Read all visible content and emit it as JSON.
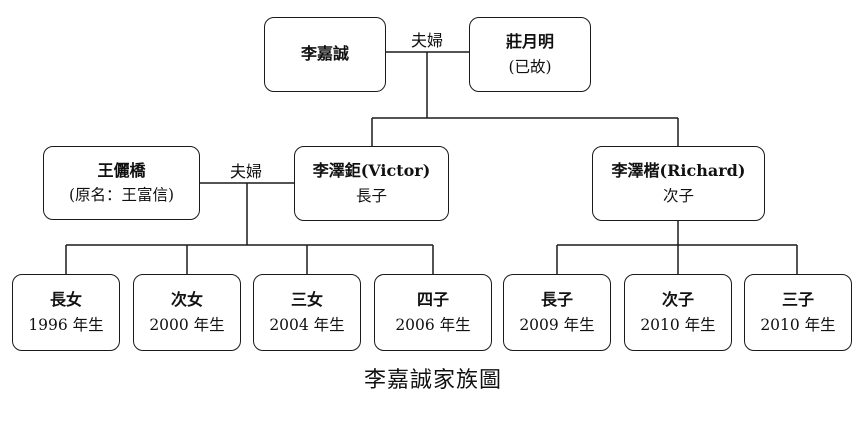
{
  "nodes": {
    "patriarch": {
      "name": "李嘉誠"
    },
    "spouse": {
      "name": "莊月明",
      "note": "(已故)"
    },
    "son1": {
      "name": "李澤鉅(Victor)",
      "note": "長子"
    },
    "son1_wife": {
      "name": "王儷橋",
      "note": "(原名：王富信)"
    },
    "son2": {
      "name": "李澤楷(Richard)",
      "note": "次子"
    },
    "g1": {
      "name": "長女",
      "note": "1996 年生"
    },
    "g2": {
      "name": "次女",
      "note": "2000 年生"
    },
    "g3": {
      "name": "三女",
      "note": "2004 年生"
    },
    "g4": {
      "name": "四子",
      "note": "2006 年生"
    },
    "g5": {
      "name": "長子",
      "note": "2009 年生"
    },
    "g6": {
      "name": "次子",
      "note": "2010 年生"
    },
    "g7": {
      "name": "三子",
      "note": "2010 年生"
    }
  },
  "spouse_label_top": "夫婦",
  "spouse_label_mid": "夫婦",
  "caption": "李嘉誠家族圖"
}
